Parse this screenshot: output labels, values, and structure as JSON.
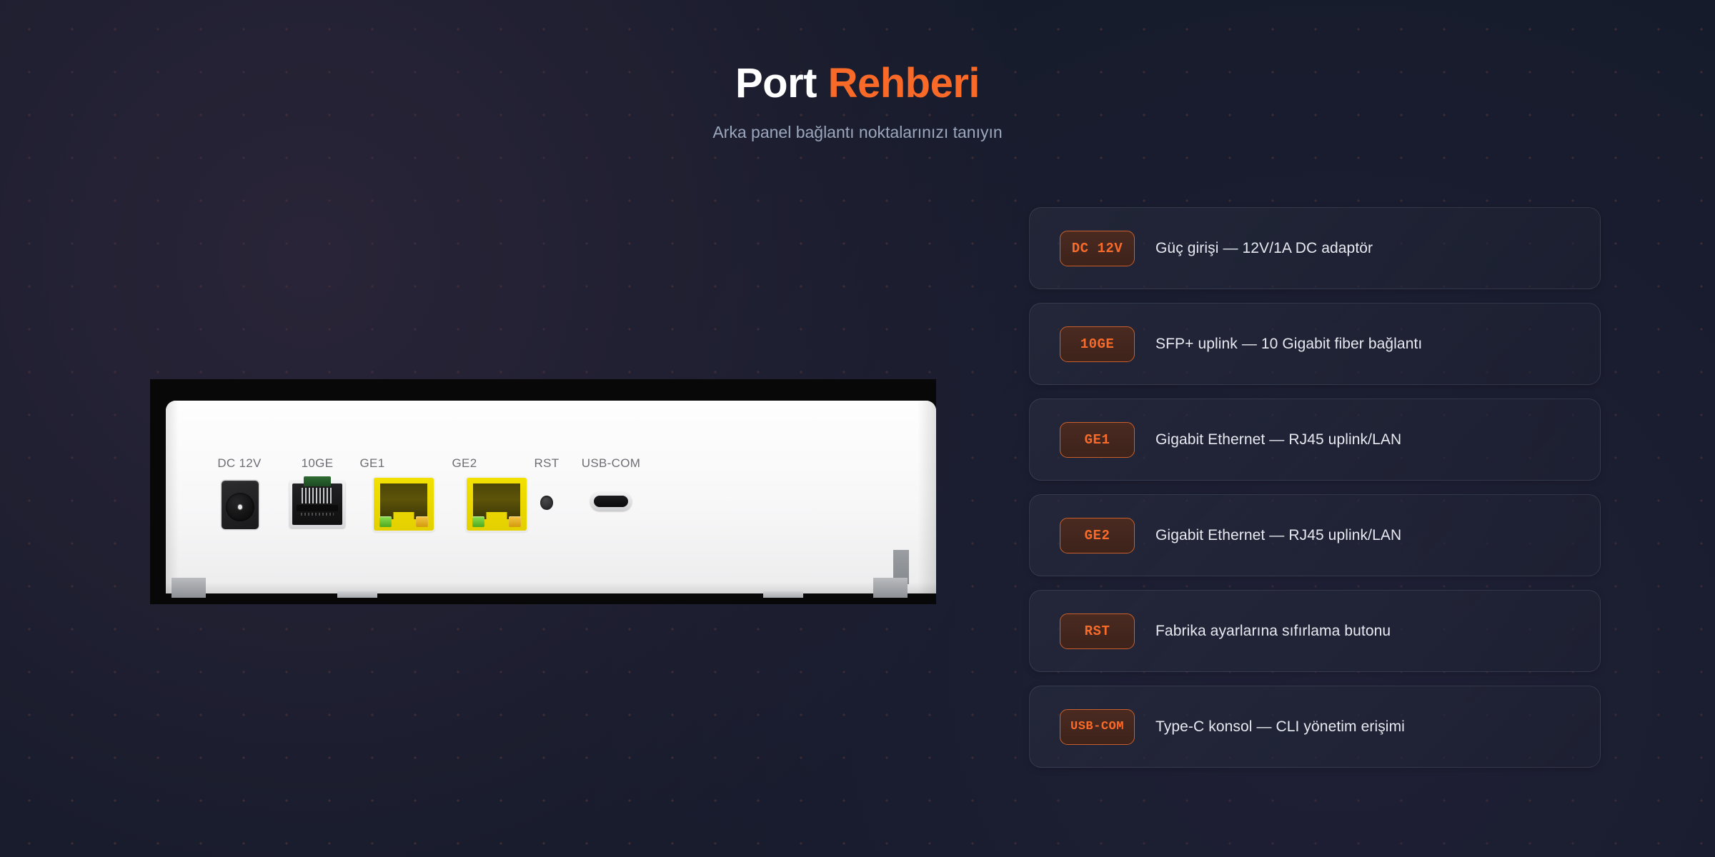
{
  "header": {
    "title_main": "Port",
    "title_accent": "Rehberi",
    "subtitle": "Arka panel bağlantı noktalarınızı tanıyın"
  },
  "colors": {
    "background": "#161b2b",
    "accent_orange": "#f96a28",
    "badge_text": "#fa6a28",
    "badge_border": "#c9602c",
    "badge_fill": "#432619",
    "card_bg": "#262a3c",
    "title_white": "#ffffff",
    "subtitle_grey": "#9aa7bd",
    "device_white": "#f7f7f8",
    "rj45_yellow": "#f2e000",
    "led_green": "#6ec82f",
    "led_amber": "#e3ab1a",
    "sfp_pcb_green": "#2a6230",
    "device_label_grey": "#6d6d74"
  },
  "device": {
    "name": "router-rear-panel",
    "port_labels": [
      {
        "id": "dc",
        "text": "DC 12V"
      },
      {
        "id": "sfp",
        "text": "10GE"
      },
      {
        "id": "ge1",
        "text": "GE1"
      },
      {
        "id": "ge2",
        "text": "GE2"
      },
      {
        "id": "rst",
        "text": "RST"
      },
      {
        "id": "usb",
        "text": "USB-COM"
      }
    ]
  },
  "legend": {
    "rows": [
      {
        "badge": "DC 12V",
        "desc": "Güç girişi — 12V/1A DC adaptör"
      },
      {
        "badge": "10GE",
        "desc": "SFP+ uplink — 10 Gigabit fiber bağlantı"
      },
      {
        "badge": "GE1",
        "desc": "Gigabit Ethernet — RJ45 uplink/LAN"
      },
      {
        "badge": "GE2",
        "desc": "Gigabit Ethernet — RJ45 uplink/LAN"
      },
      {
        "badge": "RST",
        "desc": "Fabrika ayarlarına sıfırlama butonu"
      },
      {
        "badge": "USB-COM",
        "desc": "Type-C konsol — CLI yönetim erişimi"
      }
    ]
  }
}
